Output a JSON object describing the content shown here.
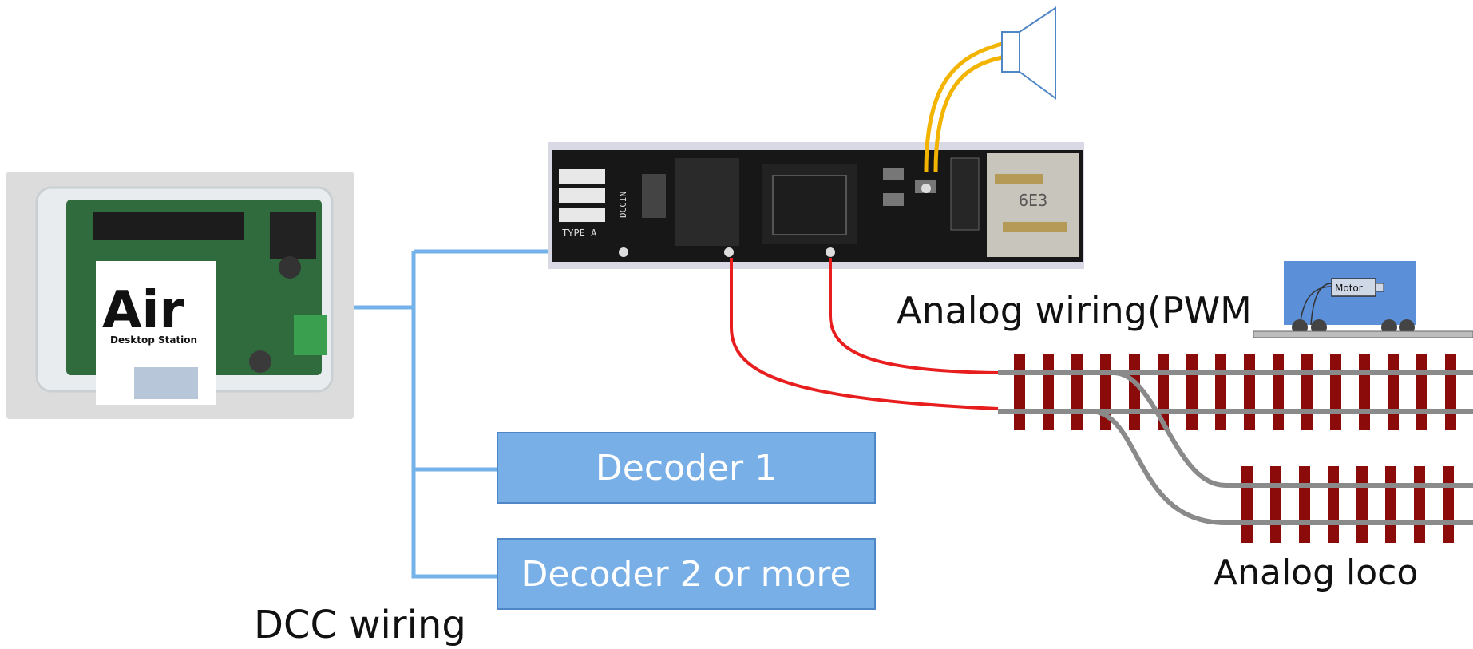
{
  "labels": {
    "dcc_wiring": "DCC wiring",
    "analog_wiring": "Analog wiring(PWM",
    "analog_loco": "Analog loco",
    "motor": "Motor"
  },
  "decoders": {
    "decoder1": "Decoder 1",
    "decoder2": "Decoder 2 or more"
  },
  "device": {
    "logo_text": "Air",
    "brand": "Desktop Station"
  },
  "board": {
    "silk_type": "TYPE A",
    "silk_dccin": "DCCIN",
    "silk_6e3": "6E3"
  },
  "colors": {
    "dcc_wire": "#74b2ea",
    "analog_wire": "#e81e1e",
    "speaker_wire": "#f2b400",
    "decoder_fill": "#78afe6",
    "sleeper": "#8b0a0a",
    "rail": "#8a8a8a",
    "loco_body": "#5b8fd8"
  }
}
